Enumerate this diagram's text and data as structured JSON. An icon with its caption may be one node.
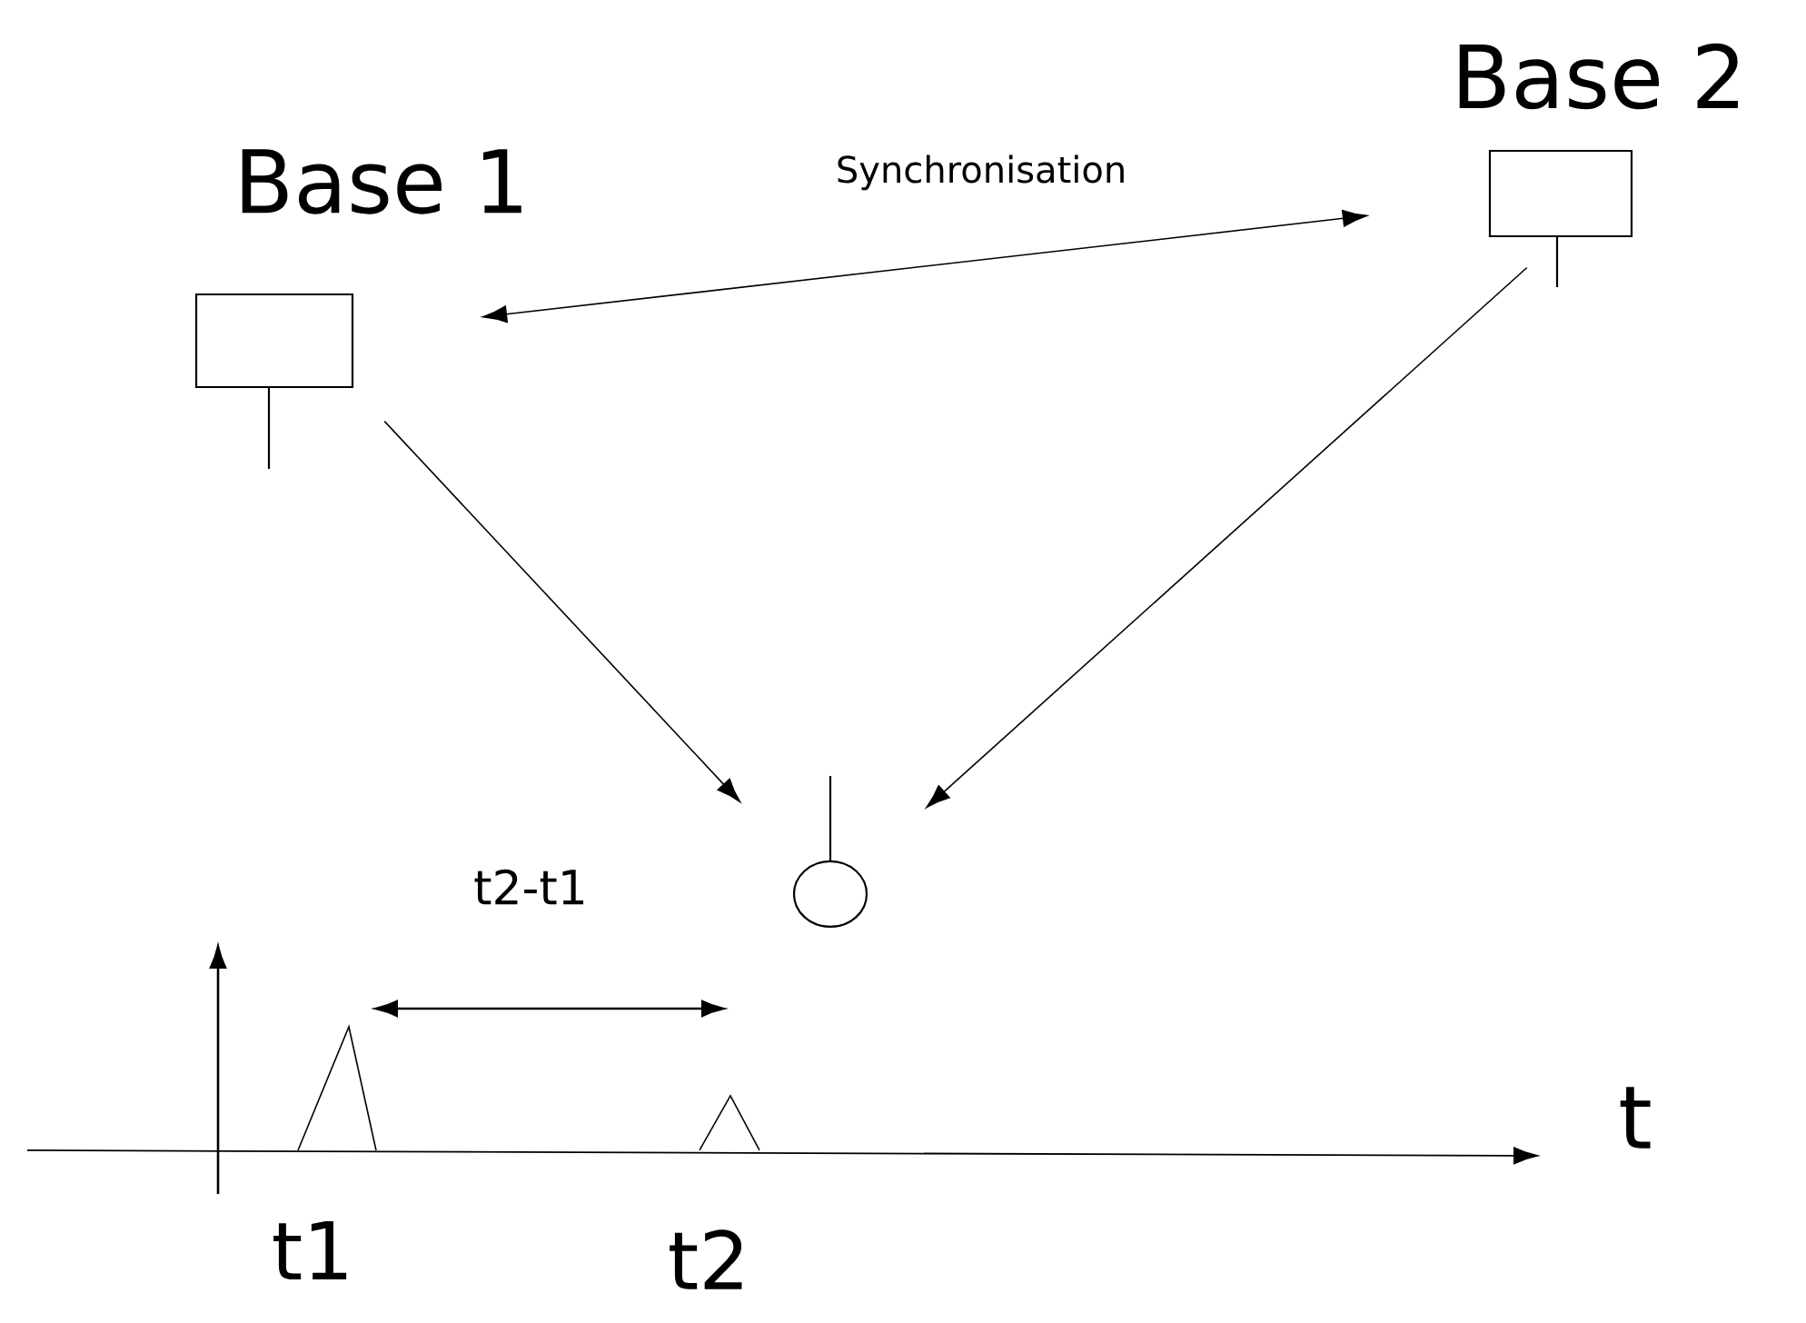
{
  "diagram": {
    "nodes": [
      {
        "text": [
          "Base 1"
        ]
      },
      {
        "text": [
          "Base 2"
        ]
      },
      {
        "text": [],
        "shape": "circle"
      }
    ],
    "edges": [
      {
        "from": 0,
        "to": 1,
        "arrow": "both",
        "label": "Synchronisation"
      },
      {
        "from": 0,
        "to": 2,
        "arrow": "to"
      },
      {
        "from": 1,
        "to": 2,
        "arrow": "to"
      }
    ],
    "labels": [
      "t2-t1",
      "t",
      "t1",
      "t2"
    ]
  }
}
